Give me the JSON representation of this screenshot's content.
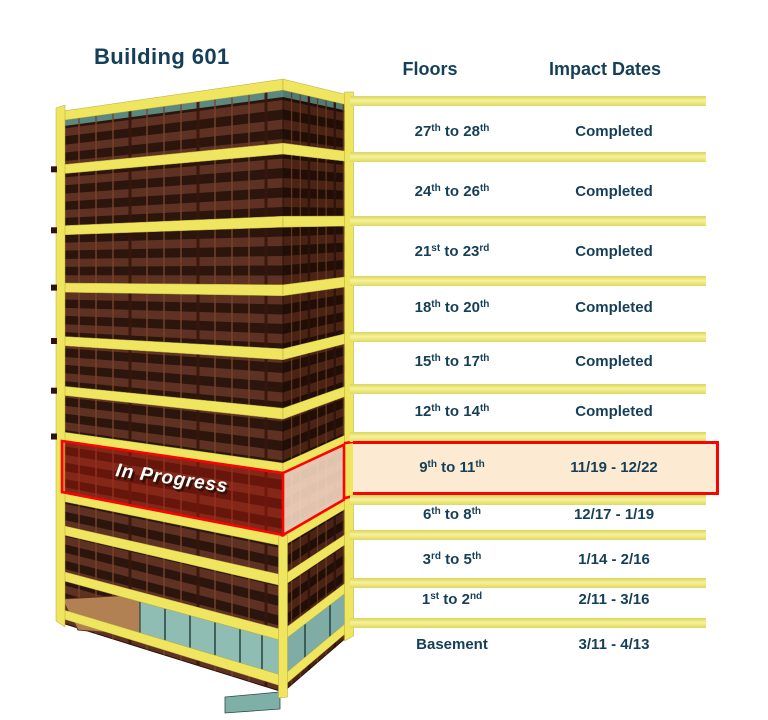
{
  "title": "Building 601",
  "building": {
    "in_progress_label": "In Progress"
  },
  "table": {
    "headers": {
      "floors": "Floors",
      "impact_dates": "Impact Dates"
    },
    "rows": [
      {
        "floors": [
          [
            "27",
            "th"
          ],
          [
            " to 28",
            "th"
          ]
        ],
        "impact": "Completed",
        "highlighted": false
      },
      {
        "floors": [
          [
            "24",
            "th"
          ],
          [
            " to 26",
            "th"
          ]
        ],
        "impact": "Completed",
        "highlighted": false
      },
      {
        "floors": [
          [
            "21",
            "st"
          ],
          [
            " to 23",
            "rd"
          ]
        ],
        "impact": "Completed",
        "highlighted": false
      },
      {
        "floors": [
          [
            "18",
            "th"
          ],
          [
            " to 20",
            "th"
          ]
        ],
        "impact": "Completed",
        "highlighted": false
      },
      {
        "floors": [
          [
            "15",
            "th"
          ],
          [
            " to 17",
            "th"
          ]
        ],
        "impact": "Completed",
        "highlighted": false
      },
      {
        "floors": [
          [
            "12",
            "th"
          ],
          [
            " to 14",
            "th"
          ]
        ],
        "impact": "Completed",
        "highlighted": false
      },
      {
        "floors": [
          [
            "9",
            "th"
          ],
          [
            " to 11",
            "th"
          ]
        ],
        "impact": "11/19 - 12/22",
        "highlighted": true
      },
      {
        "floors": [
          [
            "6",
            "th"
          ],
          [
            " to 8",
            "th"
          ]
        ],
        "impact": "12/17 - 1/19",
        "highlighted": false
      },
      {
        "floors": [
          [
            "3",
            "rd"
          ],
          [
            " to 5",
            "th"
          ]
        ],
        "impact": "1/14 - 2/16",
        "highlighted": false
      },
      {
        "floors": [
          [
            "1",
            "st"
          ],
          [
            " to 2",
            "nd"
          ]
        ],
        "impact": "2/11 - 3/16",
        "highlighted": false
      },
      {
        "floors": [
          [
            "Basement",
            ""
          ]
        ],
        "impact": "3/11 - 4/13",
        "highlighted": false
      }
    ]
  },
  "colors": {
    "text_navy": "#153f58",
    "separator_yellow": "#f6f29e",
    "building_band_yellow": "#f0e55e",
    "band_edge": "#b5aa3e",
    "highlight_bg": "#fcebd2",
    "highlight_border": "#fb0303",
    "highlight_tint": "rgba(185,25,12,0.42)",
    "highlight_side": "rgba(251,221,198,0.88)",
    "facade_brown": "#5e3122",
    "facade_side_brown": "#4a2315",
    "window_dark": "#24110a",
    "glass_teal": "#8fbdb4",
    "ground_tan": "#b28153",
    "in_progress_text": "#ffffff"
  }
}
